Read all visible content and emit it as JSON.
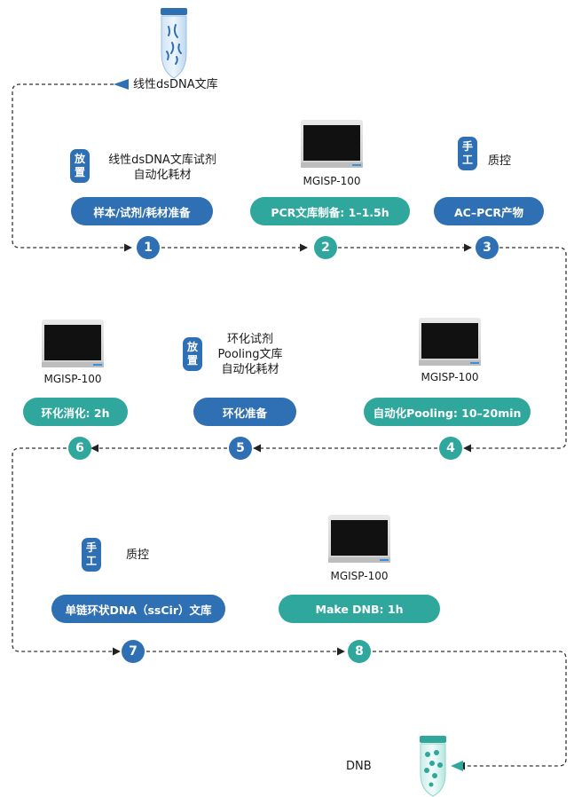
{
  "colors": {
    "blue": "#2f6fb3",
    "teal": "#2fa79c",
    "dashed_line": "#333333"
  },
  "top_tube_label": "线性dsDNA文库",
  "bottom_tube_label": "DNB",
  "badges": {
    "place": "放置",
    "manual": "手工"
  },
  "row1": {
    "reagent_text_line1": "线性dsDNA文库试剂",
    "reagent_text_line2": "自动化耗材",
    "qc_text": "质控",
    "device_caption": "MGISP-100",
    "pill1": "样本/试剂/耗材准备",
    "pill2": "PCR文库制备: 1–1.5h",
    "pill3": "AC–PCR产物"
  },
  "row2": {
    "reagent_text_line1": "环化试剂",
    "reagent_text_line2": "Pooling文库",
    "reagent_text_line3": "自动化耗材",
    "device_caption_left": "MGISP-100",
    "device_caption_right": "MGISP-100",
    "pill6": "环化消化: 2h",
    "pill5": "环化准备",
    "pill4": "自动化Pooling: 10–20min"
  },
  "row3": {
    "qc_text": "质控",
    "device_caption": "MGISP-100",
    "pill7": "单链环状DNA（ssCir）文库",
    "pill8": "Make DNB: 1h"
  },
  "steps": [
    "1",
    "2",
    "3",
    "4",
    "5",
    "6",
    "7",
    "8"
  ]
}
